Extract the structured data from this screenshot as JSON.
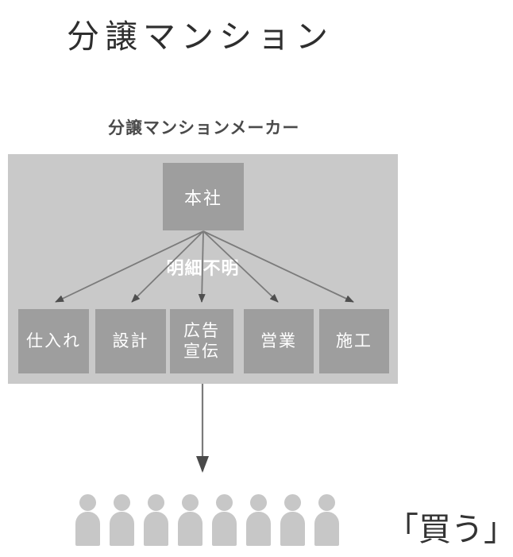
{
  "title": "分譲マンション",
  "maker": {
    "label": "分譲マンションメーカー",
    "headquarters": "本社",
    "note": "明細不明",
    "departments": [
      [
        "仕入れ"
      ],
      [
        "設計"
      ],
      [
        "広告",
        "宣伝"
      ],
      [
        "営業"
      ],
      [
        "施工"
      ]
    ]
  },
  "audience": {
    "label": "「買う」",
    "buyer_icon": "person-icon",
    "buyer_count": 8
  },
  "colors": {
    "container_bg": "#c9c9c9",
    "box_bg": "#9e9e9e",
    "box_text": "#ffffff",
    "arrow_line": "#7b7b7b",
    "arrowhead": "#4f4f4f",
    "title_text": "#2e2e2e",
    "subtitle_text": "#4a4a4a",
    "people": "#c7c7c7",
    "buy_text": "#333333"
  }
}
